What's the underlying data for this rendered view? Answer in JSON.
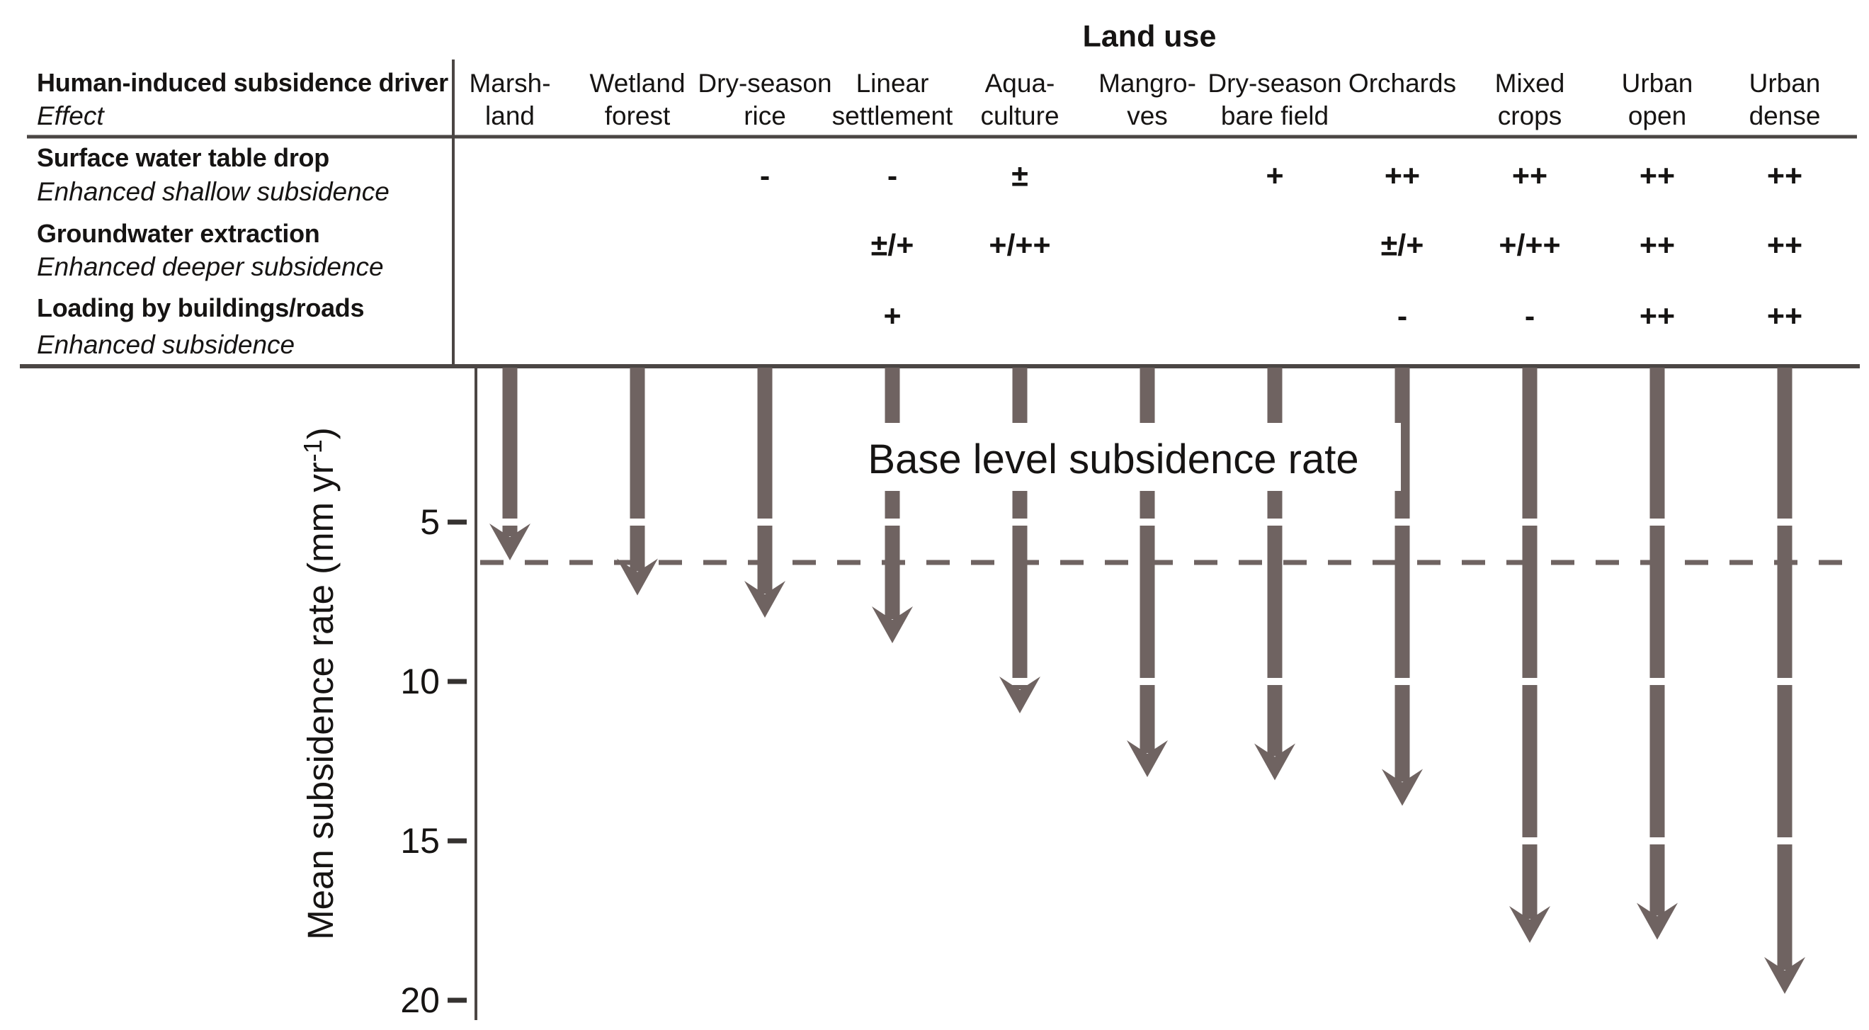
{
  "figure": {
    "land_use_title": "Land use",
    "row_header": {
      "title": "Human-induced subsidence driver",
      "subtitle": "Effect"
    },
    "columns": [
      {
        "line1": "Marsh-",
        "line2": "land"
      },
      {
        "line1": "Wetland",
        "line2": "forest"
      },
      {
        "line1": "Dry-season",
        "line2": "rice"
      },
      {
        "line1": "Linear",
        "line2": "settlement"
      },
      {
        "line1": "Aqua-",
        "line2": "culture"
      },
      {
        "line1": "Mangro-",
        "line2": "ves"
      },
      {
        "line1": "Dry-season",
        "line2": "bare field"
      },
      {
        "line1": "Orchards",
        "line2": ""
      },
      {
        "line1": "Mixed",
        "line2": "crops"
      },
      {
        "line1": "Urban",
        "line2": "open"
      },
      {
        "line1": "Urban",
        "line2": "dense"
      }
    ],
    "rows": [
      {
        "driver": "Surface water table drop",
        "effect": "Enhanced shallow subsidence",
        "cells": [
          "",
          "",
          "-",
          "-",
          "±",
          "",
          "+",
          "++",
          "++",
          "++",
          "++"
        ]
      },
      {
        "driver": "Groundwater extraction",
        "effect": "Enhanced deeper subsidence",
        "cells": [
          "",
          "",
          "",
          "±/+",
          "+/++",
          "",
          "",
          "±/+",
          "+/++",
          "++",
          "++"
        ]
      },
      {
        "driver": "Loading by buildings/roads",
        "effect": "Enhanced subsidence",
        "cells": [
          "",
          "",
          "",
          "+",
          "",
          "",
          "",
          "-",
          "-",
          "++",
          "++"
        ]
      }
    ]
  },
  "chart_data": {
    "type": "arrow-depth",
    "title": "Base level subsidence rate",
    "ylabel": "Mean subsidence rate (mm yr⁻¹)",
    "ylabel_parts": [
      "Mean subsidence rate (mm yr",
      "-1",
      ")"
    ],
    "yticks": [
      5,
      10,
      15,
      20
    ],
    "ylim": [
      0,
      20.9
    ],
    "base_level_mm_yr": 6,
    "grid": false,
    "categories": [
      "Marshland",
      "Wetland forest",
      "Dry-season rice",
      "Linear settlement",
      "Aquaculture",
      "Mangroves",
      "Dry-season bare field",
      "Orchards",
      "Mixed crops",
      "Urban open",
      "Urban dense"
    ],
    "values": [
      6.2,
      7.3,
      8.0,
      8.8,
      11.0,
      13.0,
      13.1,
      13.9,
      18.2,
      18.1,
      19.8
    ]
  },
  "colors": {
    "arrow": "#6f6361",
    "dashed_line": "#6f6361",
    "table_line": "#4b4644",
    "tick_mark": "#353230",
    "text": "#161413"
  }
}
